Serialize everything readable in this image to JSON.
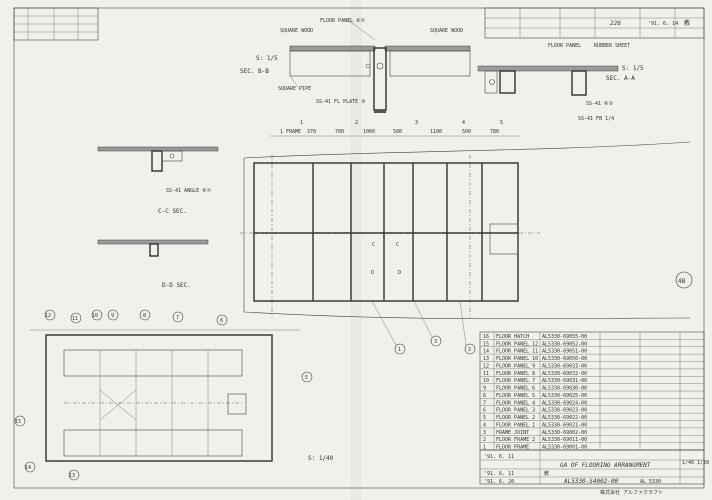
{
  "sections": {
    "b_b": {
      "scale": "S: 1/5",
      "label": "SEC. B-B",
      "floor_panel": "FLOOR PANEL ⑥⑦",
      "square_wood_l": "SQUARE WOOD",
      "square_wood_r": "SQUARE WOOD",
      "square_pipe": "SQUARE PIPE",
      "ss41": "SS-41 FL PLATE ⑨"
    },
    "a_a": {
      "scale": "S: 1/5",
      "label": "SEC. A-A",
      "floor_panel": "FLOOR PANEL",
      "rubber_sheet": "RUBBER SHEET",
      "ss41_1": "SS-41 ⑥③",
      "ss41_2": "SS-41 FB 1/4"
    },
    "c_c": {
      "label": "C-C SEC.",
      "angle": "SS-41 ANGLE ⑥⑦"
    },
    "d_d": {
      "label": "D-D SEC."
    }
  },
  "plan": {
    "dims": [
      "1 FRAME",
      "370",
      "700",
      "1060",
      "580",
      "1100",
      "500",
      "780"
    ],
    "grid": [
      "1",
      "2",
      "3",
      "4",
      "5"
    ],
    "sec_marks": [
      "C",
      "C",
      "D",
      "D"
    ],
    "balloons": [
      "1",
      "3",
      "2"
    ]
  },
  "lower_plan": {
    "scale": "S: 1/40",
    "balloons": [
      "12",
      "11",
      "10",
      "9",
      "8",
      "7",
      "6",
      "5",
      "15",
      "14",
      "13"
    ]
  },
  "parts_list": [
    {
      "no": "16",
      "name": "FLOOR HATCH",
      "code": "AL5330-69055-00"
    },
    {
      "no": "15",
      "name": "FLOOR PANEL 12",
      "code": "AL5330-69052-00"
    },
    {
      "no": "14",
      "name": "FLOOR PANEL 11",
      "code": "AL5330-69051-00"
    },
    {
      "no": "13",
      "name": "FLOOR PANEL 10",
      "code": "AL5330-69050-00"
    },
    {
      "no": "12",
      "name": "FLOOR PANEL 9",
      "code": "AL5330-69033-00"
    },
    {
      "no": "11",
      "name": "FLOOR PANEL 8",
      "code": "AL5330-69032-00"
    },
    {
      "no": "10",
      "name": "FLOOR PANEL 7",
      "code": "AL5330-69031-00"
    },
    {
      "no": "9",
      "name": "FLOOR PANEL 6",
      "code": "AL5330-69030-00"
    },
    {
      "no": "8",
      "name": "FLOOR PANEL 5",
      "code": "AL5330-69025-00"
    },
    {
      "no": "7",
      "name": "FLOOR PANEL 4",
      "code": "AL5330-69024-00"
    },
    {
      "no": "6",
      "name": "FLOOR PANEL 3",
      "code": "AL5330-69023-00"
    },
    {
      "no": "5",
      "name": "FLOOR PANEL 2",
      "code": "AL5330-69022-00"
    },
    {
      "no": "4",
      "name": "FLOOR PANEL 1",
      "code": "AL5330-69021-00"
    },
    {
      "no": "3",
      "name": "FRAME JOINT",
      "code": "AL5330-69002-00"
    },
    {
      "no": "2",
      "name": "FLOOR FRAME 2",
      "code": "AL5330-69011-00"
    },
    {
      "no": "1",
      "name": "FLOOR FRAME",
      "code": "AL5330-69001-00"
    }
  ],
  "title_block": {
    "date1": "'91. 6. 11",
    "title": "GA OF FLOORING ARRANGMENT",
    "scale": "1/40 1/20",
    "date2": "'91. 6. 11",
    "date3": "'91. 6. 20",
    "drawing_no": "AL5330-S4002-00",
    "model": "AL 5330",
    "company": "株式会社 アルファクラフト",
    "kanji": "教"
  },
  "top_stamp": {
    "num": "226",
    "date": "'91. 6. 14",
    "sign": "教"
  },
  "side_mark": "4B"
}
